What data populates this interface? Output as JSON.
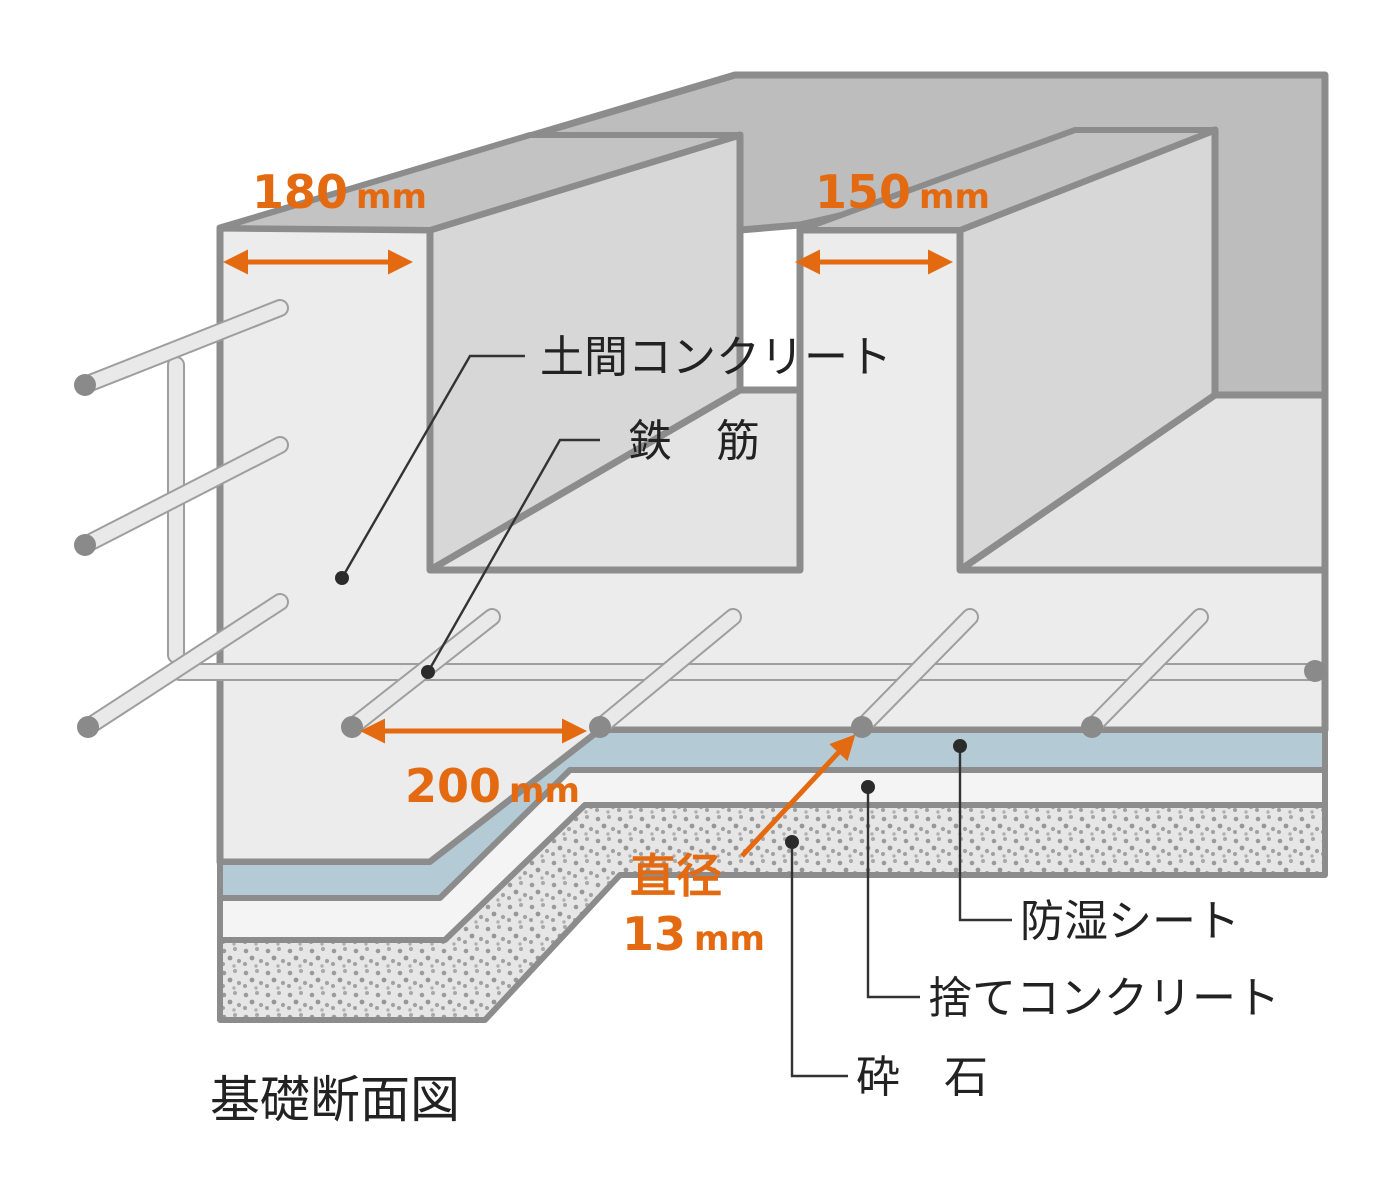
{
  "caption": "基礎断面図",
  "labels": {
    "concrete": "土間コンクリート",
    "rebar": "鉄　筋",
    "moisture_sheet": "防湿シート",
    "lean_concrete": "捨てコンクリート",
    "gravel": "砕　石"
  },
  "dimensions": {
    "wall_left": {
      "value": "180",
      "unit": "mm"
    },
    "wall_right": {
      "value": "150",
      "unit": "mm"
    },
    "rebar_spacing": {
      "value": "200",
      "unit": "mm"
    },
    "rebar_diameter": {
      "label": "直径",
      "value": "13",
      "unit": "mm"
    }
  },
  "colors": {
    "accent": "#e46a12",
    "outline": "#8c8c8c",
    "concrete_face": "#ececec",
    "concrete_top": "#b9b9b9",
    "moisture_sheet": "#b4cbd6",
    "gravel": "#e3e3e3"
  }
}
